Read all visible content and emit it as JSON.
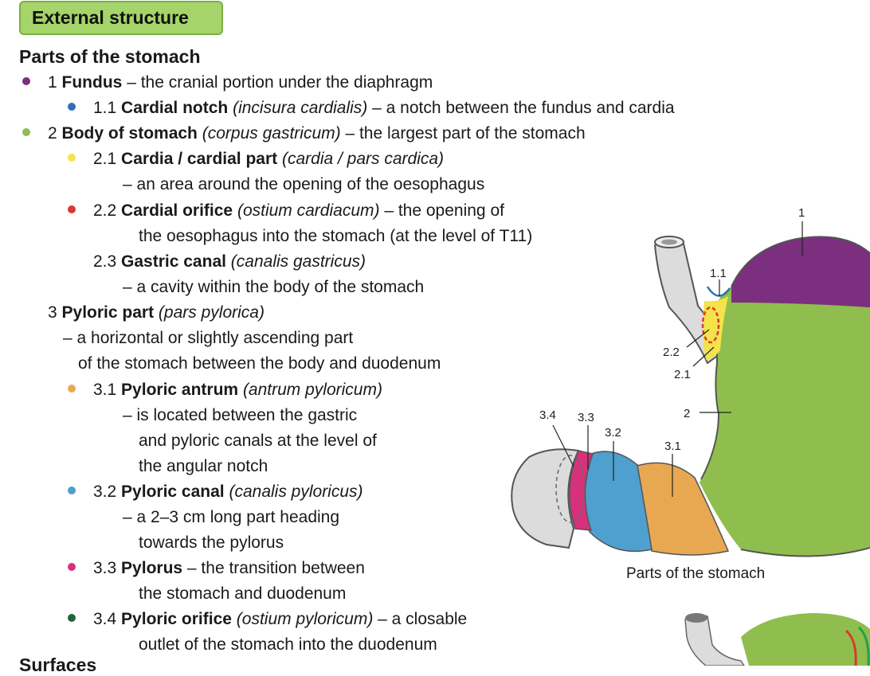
{
  "section_badge": "External structure",
  "heading": "Parts of the stomach",
  "colors": {
    "fundus": "#7b2f7e",
    "cardial_notch": "#2f6fb7",
    "body": "#8fbe4e",
    "cardia": "#f4e34a",
    "cardial_orifice": "#d93a2f",
    "antrum": "#e8a852",
    "canal": "#4f9fcf",
    "pylorus": "#d6327c",
    "pyloric_orifice": "#23633a",
    "duodenum": "#dcdcdc"
  },
  "items": {
    "fundus": {
      "num": "1",
      "name": "Fundus",
      "desc": " – the cranial portion under the diaphragm"
    },
    "cardial_notch": {
      "num": "1.1",
      "name": "Cardial notch",
      "latin": "(incisura cardialis)",
      "desc": " – a notch between the fundus and cardia"
    },
    "body": {
      "num": "2",
      "name": "Body of stomach",
      "latin": "(corpus gastricum)",
      "desc": " – the largest part of the stomach"
    },
    "cardia": {
      "num": "2.1",
      "name": "Cardia / cardial part",
      "latin": "(cardia / pars cardica)",
      "desc2": "– an area around the opening of the oesophagus"
    },
    "cardial_orifice": {
      "num": "2.2",
      "name": "Cardial orifice",
      "latin": "(ostium cardiacum)",
      "desc": " – the opening of",
      "desc2": "the oesophagus into the stomach (at the level of T11)"
    },
    "gastric_canal": {
      "num": "2.3",
      "name": "Gastric canal",
      "latin": "(canalis gastricus)",
      "desc2": "– a cavity within the body of the stomach"
    },
    "pyloric_part": {
      "num": "3",
      "name": "Pyloric part",
      "latin": "(pars pylorica)",
      "desc2": "– a horizontal or slightly ascending part",
      "desc3": "of the stomach between the body and duodenum"
    },
    "antrum": {
      "num": "3.1",
      "name": "Pyloric antrum",
      "latin": "(antrum pyloricum)",
      "desc2": "– is located between the gastric",
      "desc3": "and pyloric canals at the level of",
      "desc4": "the angular notch"
    },
    "pyloric_canal": {
      "num": "3.2",
      "name": "Pyloric canal",
      "latin": "(canalis pyloricus)",
      "desc2": "– a 2–3 cm long part heading",
      "desc3": "towards the pylorus"
    },
    "pylorus": {
      "num": "3.3",
      "name": "Pylorus",
      "desc": " – the transition between",
      "desc2": "the stomach and duodenum"
    },
    "pyloric_orifice": {
      "num": "3.4",
      "name": "Pyloric orifice",
      "latin": "(ostium pyloricum)",
      "desc": " – a closable",
      "desc2": "outlet of the stomach into the duodenum"
    }
  },
  "figure": {
    "labels": [
      "1",
      "1.1",
      "2.2",
      "2.1",
      "2",
      "3.4",
      "3.3",
      "3.2",
      "3.1"
    ],
    "caption": "Parts of the stomach"
  },
  "next_heading": "Surfaces"
}
